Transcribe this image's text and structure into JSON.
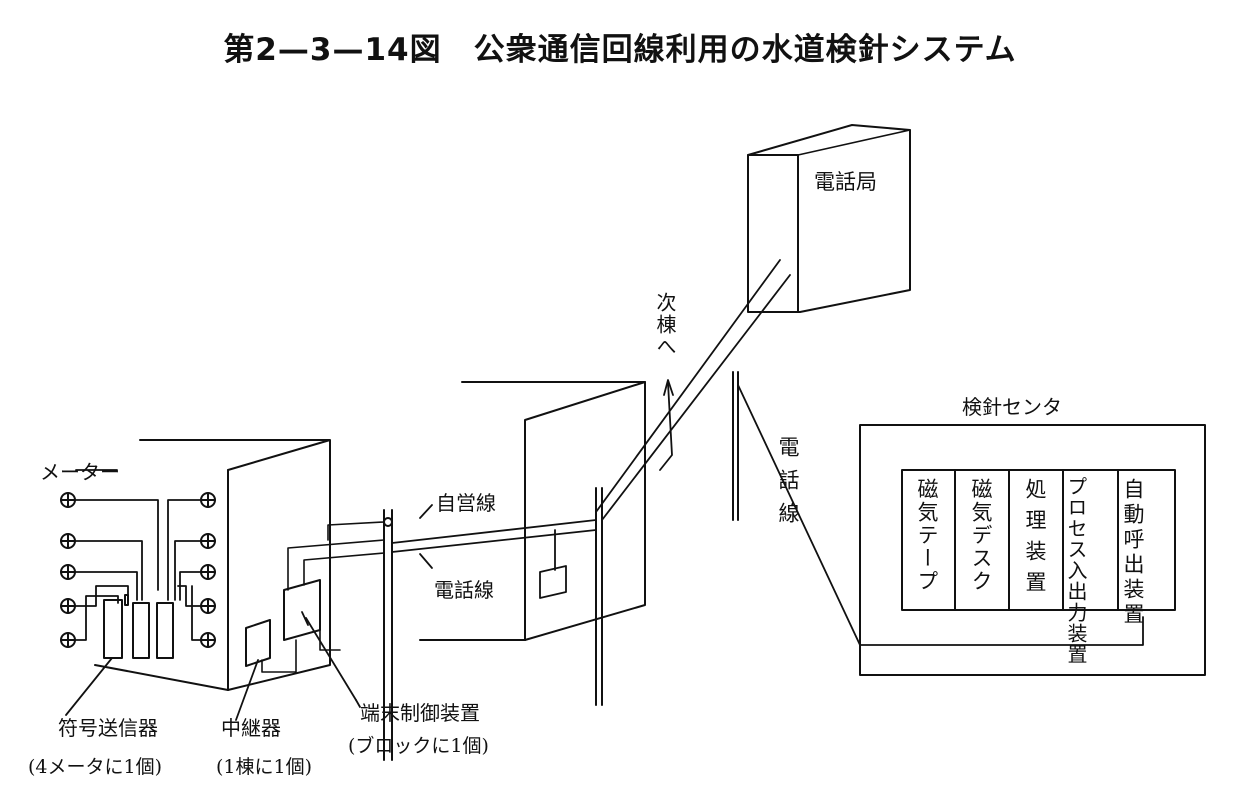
{
  "title": "第2—3—14図　公衆通信回線利用の水道検針システム",
  "labels": {
    "meter": "メーター",
    "telephone_office": "電話局",
    "to_next_building": "次棟へ",
    "private_line": "自営線",
    "telephone_line": "電話線",
    "telephone_line_vertical": "電話線",
    "meter_center": "検針センタ",
    "code_transmitter": "符号送信器",
    "code_transmitter_note": "(4メータに1個)",
    "repeater": "中継器",
    "repeater_note": "(1棟に1個)",
    "terminal_controller": "端末制御装置",
    "terminal_controller_note": "(ブロックに1個)"
  },
  "center_units": [
    "磁気テープ",
    "磁気デスク",
    "処理装置",
    "プロセス入出力装置",
    "自動呼出装置"
  ]
}
